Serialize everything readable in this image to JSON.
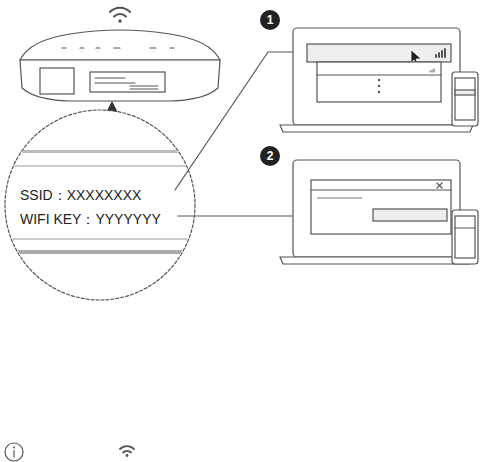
{
  "diagram": {
    "nodes": [
      {
        "text": [
          "SSID：XXXXXXXX",
          "WIFI KEY：YYYYYYY"
        ]
      }
    ],
    "labels": [
      "1",
      "2"
    ]
  }
}
